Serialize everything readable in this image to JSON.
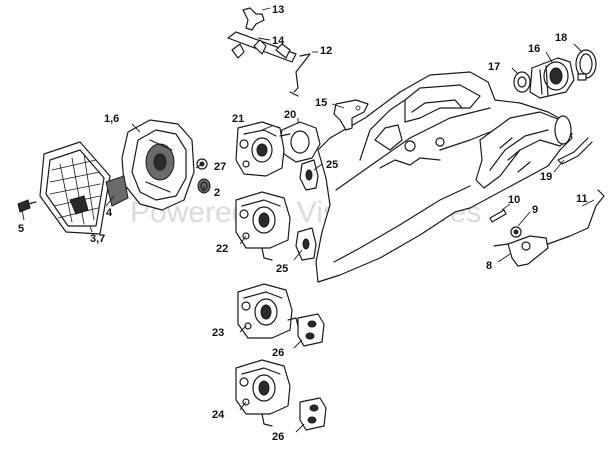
{
  "callouts": [
    {
      "id": "c13",
      "label": "13"
    },
    {
      "id": "c14",
      "label": "14"
    },
    {
      "id": "c12",
      "label": "12"
    },
    {
      "id": "c15",
      "label": "15"
    },
    {
      "id": "c16",
      "label": "16"
    },
    {
      "id": "c17",
      "label": "17"
    },
    {
      "id": "c18",
      "label": "18"
    },
    {
      "id": "c16b",
      "label": "1,6"
    },
    {
      "id": "c20",
      "label": "20"
    },
    {
      "id": "c21",
      "label": "21"
    },
    {
      "id": "c27",
      "label": "27"
    },
    {
      "id": "c25a",
      "label": "25"
    },
    {
      "id": "c2",
      "label": "2"
    },
    {
      "id": "c19",
      "label": "19"
    },
    {
      "id": "c4",
      "label": "4"
    },
    {
      "id": "c5",
      "label": "5"
    },
    {
      "id": "c37",
      "label": "3,7"
    },
    {
      "id": "c22",
      "label": "22"
    },
    {
      "id": "c25b",
      "label": "25"
    },
    {
      "id": "c10",
      "label": "10"
    },
    {
      "id": "c9",
      "label": "9"
    },
    {
      "id": "c11",
      "label": "11"
    },
    {
      "id": "c8",
      "label": "8"
    },
    {
      "id": "c23",
      "label": "23"
    },
    {
      "id": "c26a",
      "label": "26"
    },
    {
      "id": "c24",
      "label": "24"
    },
    {
      "id": "c26b",
      "label": "26"
    }
  ],
  "watermark": "Powered by Vision Spares"
}
